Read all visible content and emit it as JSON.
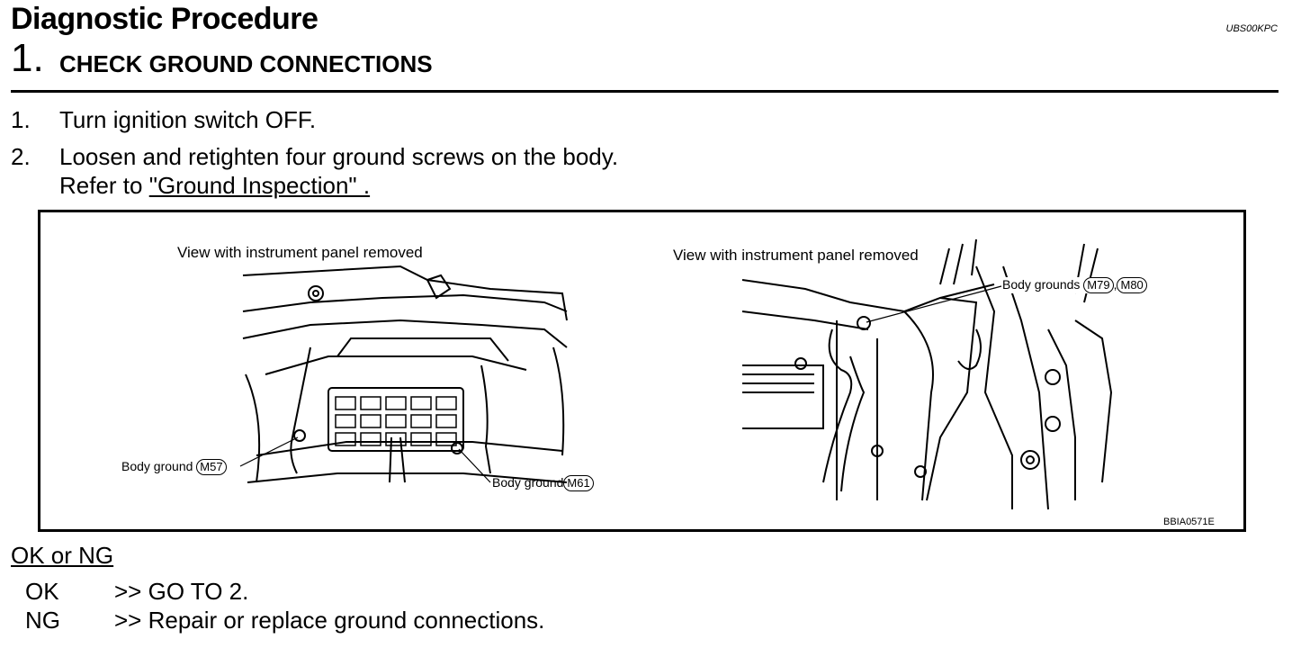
{
  "header": {
    "title": "Diagnostic Procedure",
    "doc_code": "UBS00KPC",
    "step_number": "1.",
    "step_title": "CHECK GROUND CONNECTIONS"
  },
  "instructions": [
    {
      "num": "1.",
      "text": "Turn ignition switch OFF."
    },
    {
      "num": "2.",
      "text": "Loosen and retighten four ground screws on the body."
    }
  ],
  "reference": {
    "prefix": "Refer to ",
    "link": "\"Ground Inspection\" ."
  },
  "figure": {
    "left": {
      "caption": "View with instrument panel removed",
      "label1": "Body ground",
      "conn1": "M57",
      "label2": "Body ground",
      "conn2": "M61"
    },
    "right": {
      "caption": "View with instrument panel removed",
      "label": "Body grounds",
      "conn1": "M79",
      "sep": ",",
      "conn2": "M80"
    },
    "figure_code": "BBIA0571E"
  },
  "result": {
    "heading": "OK or NG",
    "rows": [
      {
        "key": "OK",
        "value": ">> GO TO 2."
      },
      {
        "key": "NG",
        "value": ">> Repair or replace ground connections."
      }
    ]
  }
}
